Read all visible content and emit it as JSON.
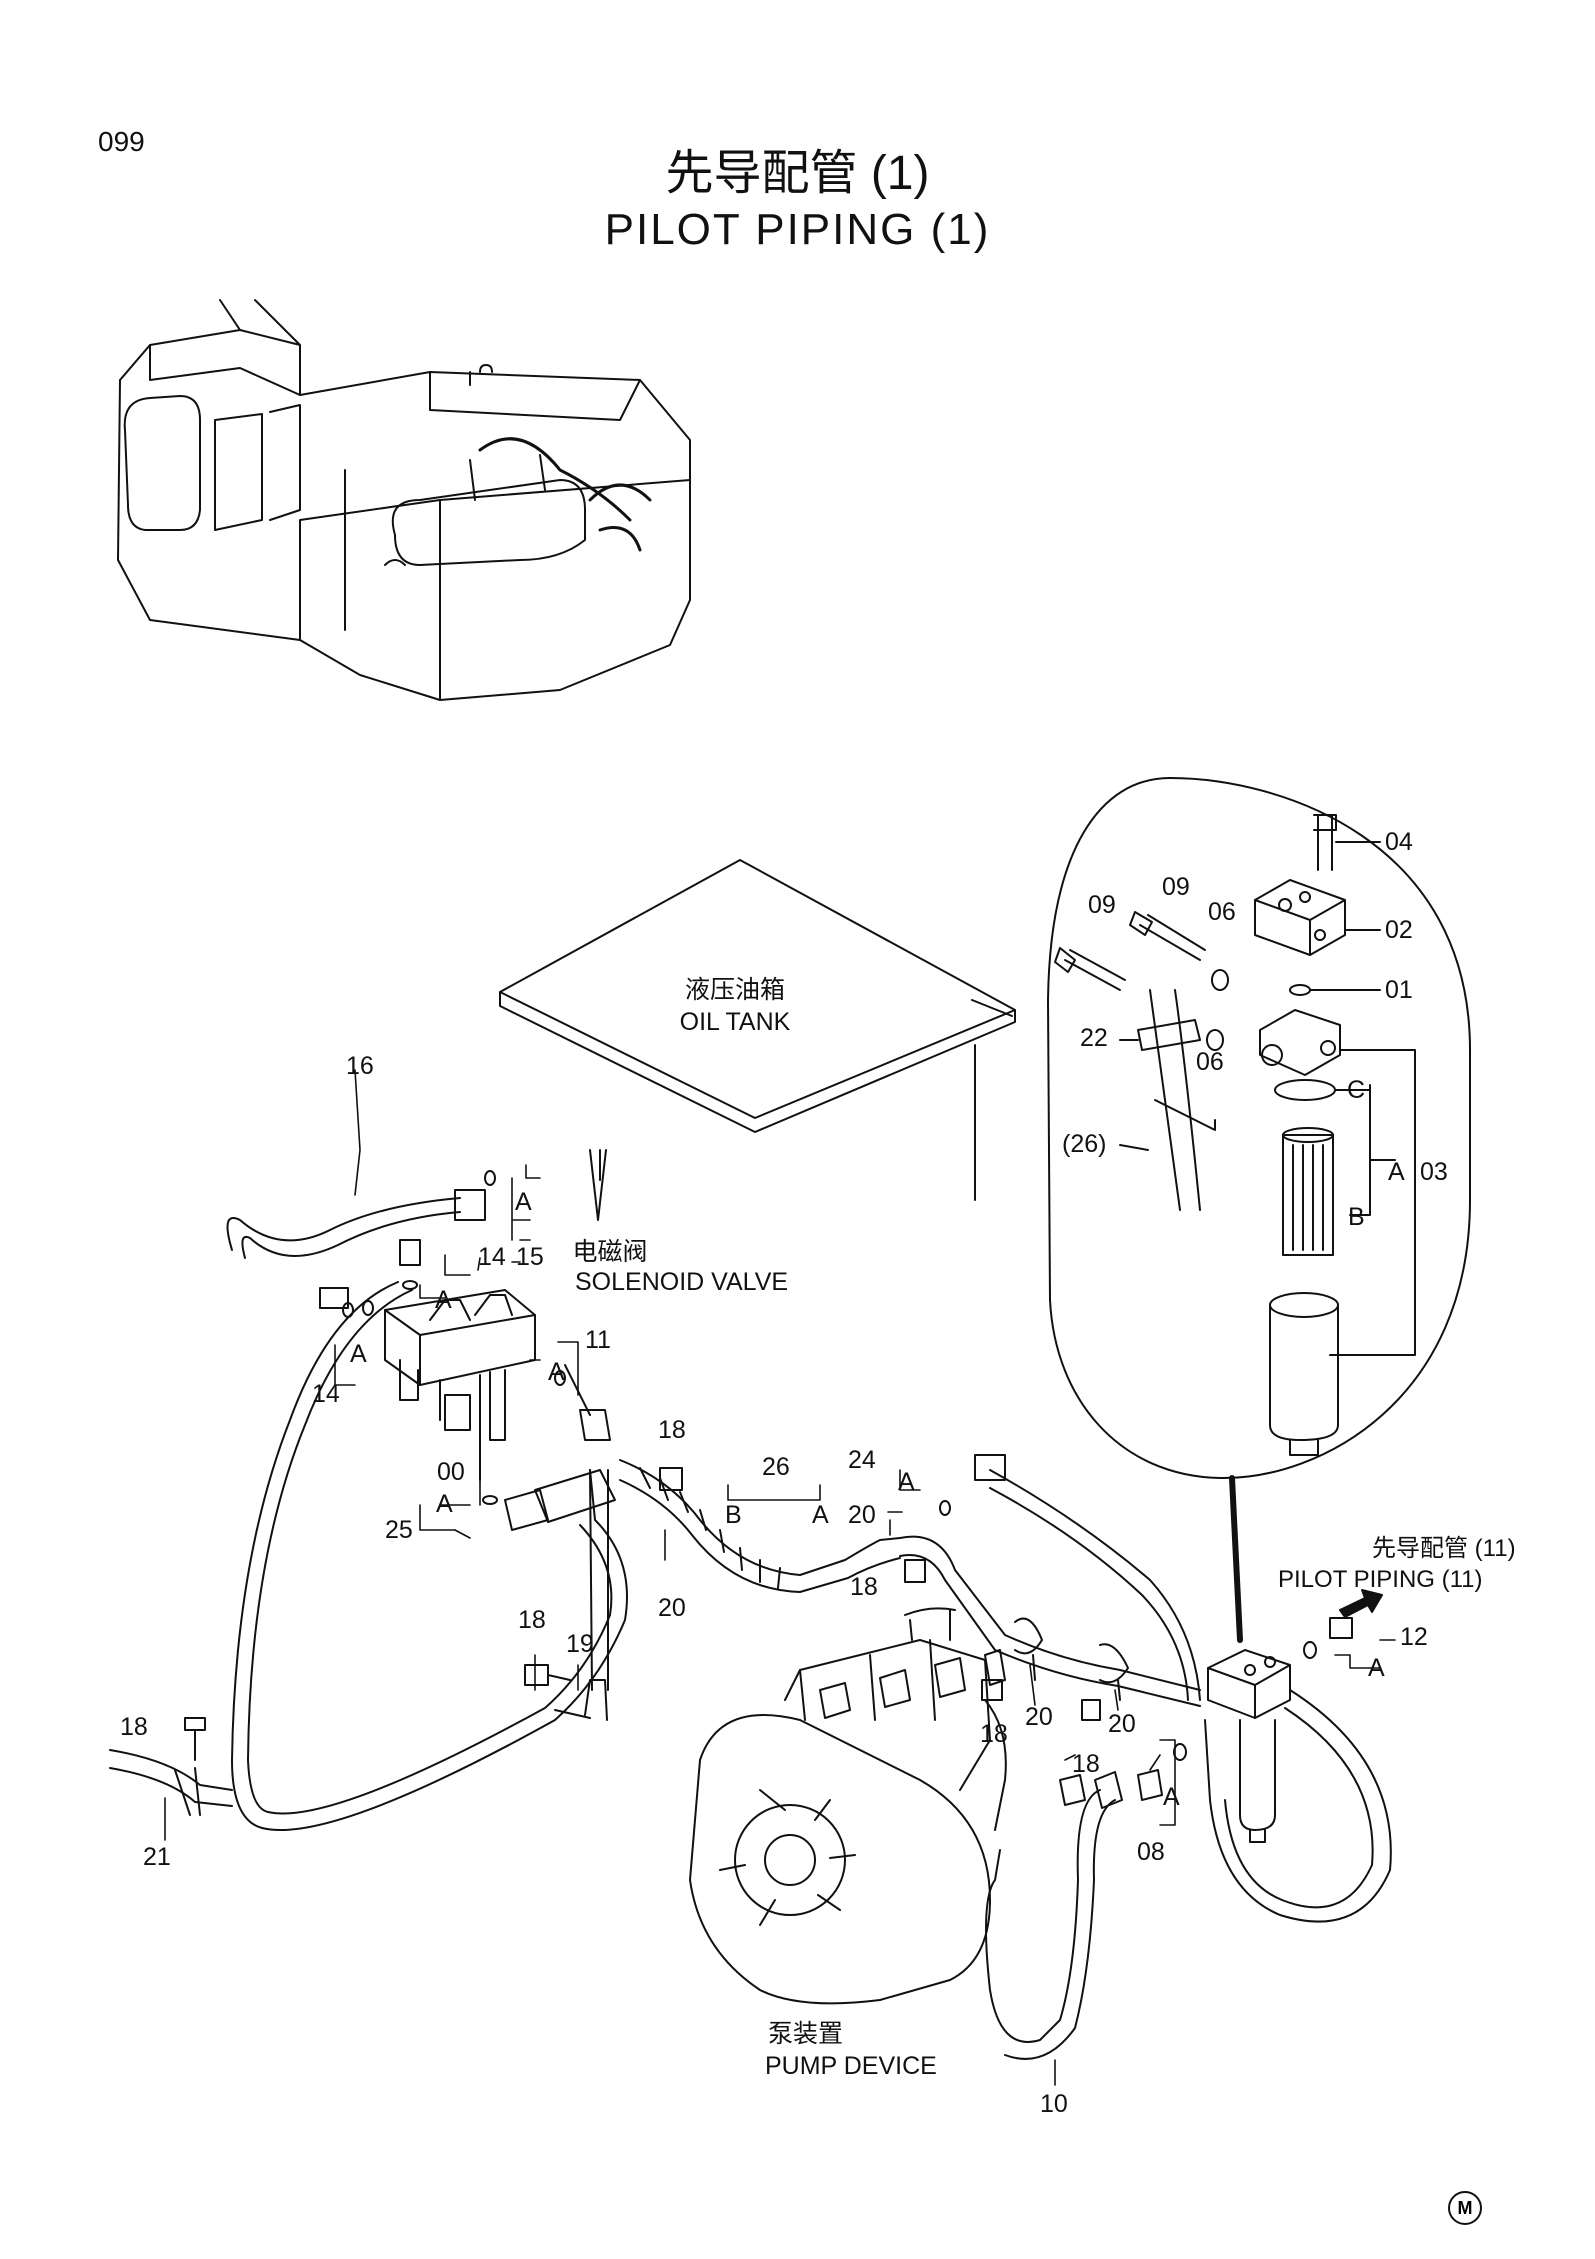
{
  "header": {
    "page_number": "099",
    "title_cn": "先导配管 (1)",
    "title_en": "PILOT  PIPING  (1)"
  },
  "components": {
    "oil_tank_cn": "液压油箱",
    "oil_tank_en": "OIL  TANK",
    "solenoid_valve_cn": "电磁阀",
    "solenoid_valve_en": "SOLENOID VALVE",
    "pump_device_cn": "泵装置",
    "pump_device_en": "PUMP  DEVICE",
    "pilot_piping_ref_cn": "先导配管 (11)",
    "pilot_piping_ref_en": "PILOT  PIPING (11)"
  },
  "callouts": {
    "c01": "01",
    "c02": "02",
    "c03": "03",
    "c04": "04",
    "c06a": "06",
    "c06b": "06",
    "c09a": "09",
    "c09b": "09",
    "c22": "22",
    "c26ref": "(26)",
    "c16": "16",
    "c15": "15",
    "c14a": "14",
    "c14b": "14",
    "c11": "11",
    "c00": "00",
    "c25": "25",
    "c18a": "18",
    "c18b": "18",
    "c18c": "18",
    "c18d": "18",
    "c18e": "18",
    "c18f": "18",
    "c26": "26",
    "c24": "24",
    "c20a": "20",
    "c20b": "20",
    "c20c": "20",
    "c20d": "20",
    "c19": "19",
    "c21": "21",
    "c12": "12",
    "c08": "08",
    "c10": "10"
  },
  "letters": {
    "A1": "A",
    "A2": "A",
    "A3": "A",
    "A4": "A",
    "A5": "A",
    "A6": "A",
    "A7": "A",
    "A8": "A",
    "A9": "A",
    "A10": "A",
    "B1": "B",
    "B2": "B",
    "C1": "C"
  },
  "footer": {
    "mark": "M"
  }
}
